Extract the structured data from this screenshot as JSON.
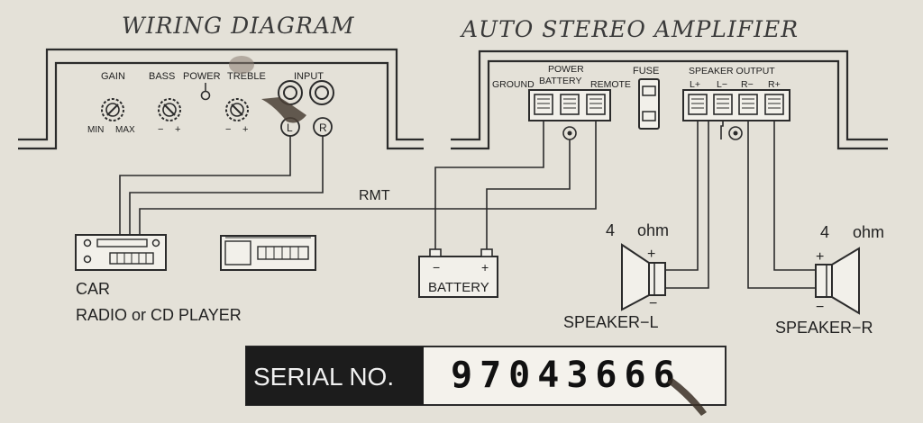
{
  "titles": {
    "left": "WIRING DIAGRAM",
    "right": "AUTO STEREO AMPLIFIER"
  },
  "control_panel": {
    "gain": "GAIN",
    "min": "MIN",
    "max": "MAX",
    "bass": "BASS",
    "power": "POWER",
    "treble": "TREBLE",
    "minus": "−",
    "plus": "+",
    "input": "INPUT",
    "left_ch": "L",
    "right_ch": "R"
  },
  "terminals": {
    "power": "POWER",
    "battery": "BATTERY",
    "ground": "GROUND",
    "remote": "REMOTE",
    "fuse": "FUSE",
    "speaker_output": "SPEAKER OUTPUT",
    "l_plus": "L+",
    "l_minus": "L−",
    "r_minus": "R−",
    "r_plus": "R+"
  },
  "rmt": "RMT",
  "head_unit": {
    "line1": "CAR",
    "line2": "RADIO or CD PLAYER"
  },
  "battery": {
    "label": "BATTERY",
    "neg": "−",
    "pos": "+"
  },
  "speaker_left": {
    "ohm_value": "4",
    "ohm_unit": "ohm",
    "plus": "+",
    "minus": "−",
    "label": "SPEAKER−L"
  },
  "speaker_right": {
    "ohm_value": "4",
    "ohm_unit": "ohm",
    "plus": "+",
    "minus": "−",
    "label": "SPEAKER−R"
  },
  "serial": {
    "label": "SERIAL NO.",
    "value": "97043666"
  }
}
